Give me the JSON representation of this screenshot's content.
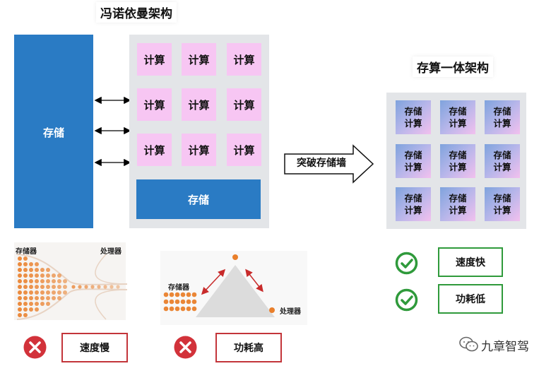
{
  "left": {
    "title": "冯诺依曼架构",
    "storage_label": "存储",
    "compute_label": "计算",
    "bottom_storage_label": "存储"
  },
  "arrow": {
    "label": "突破存储墙"
  },
  "right": {
    "title": "存算一体架构",
    "cell_line1": "存储",
    "cell_line2": "计算"
  },
  "bottleneck": {
    "memory_label": "存储器",
    "processor_label": "处理器",
    "result": "速度慢"
  },
  "triangle": {
    "memory_label": "存储器",
    "processor_label": "处理器",
    "result": "功耗高"
  },
  "benefits": {
    "speed": "速度快",
    "power": "功耗低"
  },
  "brand": {
    "name": "九章智驾"
  },
  "colors": {
    "storage_blue": "#2a7bc4",
    "compute_pink": "#f7c6f3",
    "dot_orange": "#e97f2b",
    "error_red": "#c3353a",
    "ok_green": "#2f9a3b"
  }
}
